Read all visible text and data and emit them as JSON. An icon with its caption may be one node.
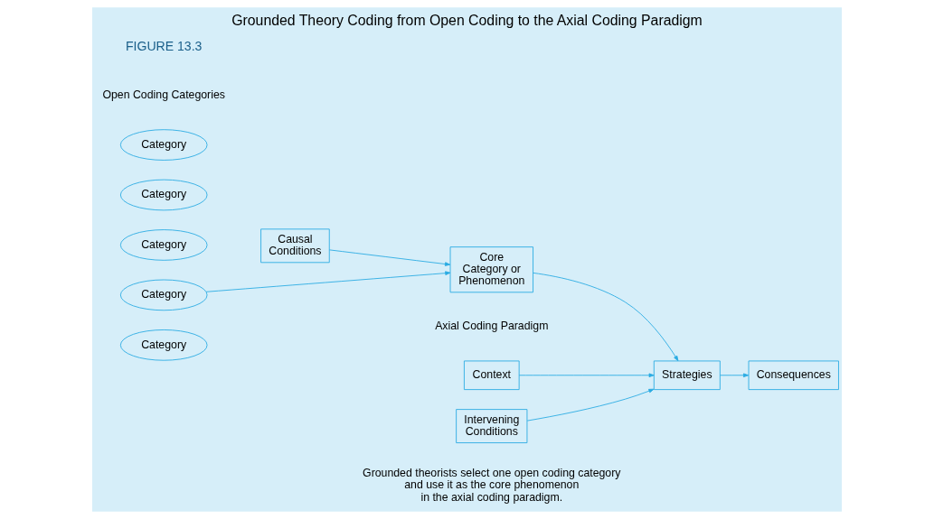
{
  "diagram": {
    "title": "Grounded Theory Coding from Open Coding to the Axial Coding Paradigm",
    "caption": "Grounded theorists select one open coding category and use it as the core phenomenon in the axial coding paradigm.",
    "nodes": [
      {
        "text": [
          "Category"
        ]
      },
      {
        "text": [
          "Category"
        ]
      },
      {
        "text": [
          "Category"
        ]
      },
      {
        "text": [
          "Category"
        ]
      },
      {
        "text": [
          "Category"
        ]
      },
      {
        "text": [
          "Context"
        ]
      },
      {
        "text": [
          "Causal Conditions"
        ]
      },
      {
        "text": [
          "Core Category or Phenomenon"
        ]
      },
      {
        "text": [
          "Strategies"
        ]
      },
      {
        "text": [
          "Consequences"
        ]
      },
      {
        "text": [
          "Intervening Conditions"
        ]
      }
    ],
    "edges": [
      {
        "from": 6,
        "to": 7,
        "arrow": "to"
      },
      {
        "from": 3,
        "to": 7,
        "arrow": "to"
      },
      {
        "from": 7,
        "to": 8,
        "arrow": "to"
      },
      {
        "from": 5,
        "to": 8,
        "arrow": "to"
      },
      {
        "from": 10,
        "to": 8,
        "arrow": "to"
      },
      {
        "from": 8,
        "to": 9,
        "arrow": "to"
      }
    ],
    "labels": [
      "FIGURE 13.3",
      "Open Coding Categories",
      "Axial Coding Paradigm"
    ]
  }
}
